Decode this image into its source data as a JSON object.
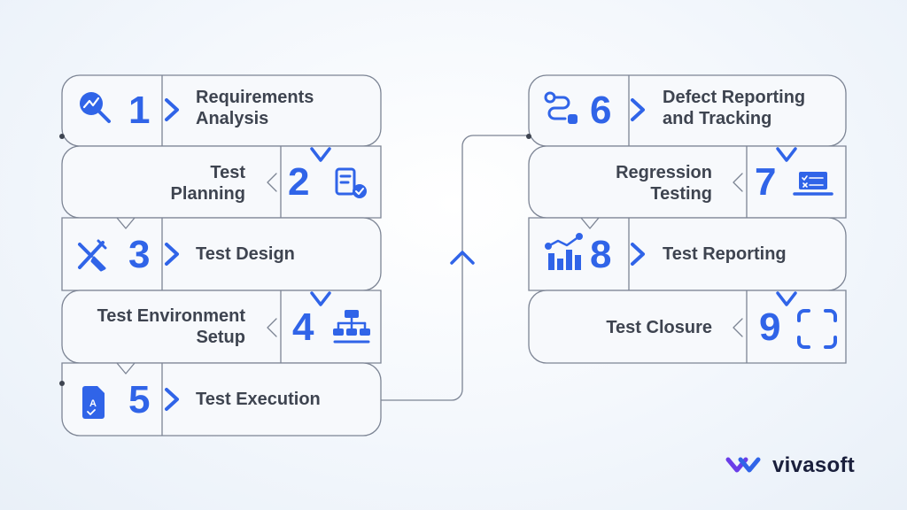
{
  "colors": {
    "accent": "#3064e8",
    "text": "#3e4450",
    "border": "#7c8494",
    "card": "#f7f9fc",
    "brand_text": "#1a1f3c"
  },
  "steps": [
    {
      "number": "1",
      "line1": "Requirements",
      "line2": "Analysis",
      "icon": "analysis-magnifier-icon"
    },
    {
      "number": "2",
      "line1": "Test",
      "line2": "Planning",
      "icon": "checklist-document-icon"
    },
    {
      "number": "3",
      "line1": "Test Design",
      "line2": "",
      "icon": "design-pencil-ruler-icon"
    },
    {
      "number": "4",
      "line1": "Test Environment",
      "line2": "Setup",
      "icon": "hierarchy-network-icon"
    },
    {
      "number": "5",
      "line1": "Test Execution",
      "line2": "",
      "icon": "test-document-icon"
    },
    {
      "number": "6",
      "line1": "Defect Reporting",
      "line2": "and Tracking",
      "icon": "defect-path-icon"
    },
    {
      "number": "7",
      "line1": "Regression",
      "line2": "Testing",
      "icon": "laptop-checklist-icon"
    },
    {
      "number": "8",
      "line1": "Test Reporting",
      "line2": "",
      "icon": "bar-chart-trend-icon"
    },
    {
      "number": "9",
      "line1": "Test Closure",
      "line2": "",
      "icon": "closure-frame-icon"
    }
  ],
  "brand": {
    "name": "vivasoft",
    "icon": "vivasoft-logo-icon"
  }
}
